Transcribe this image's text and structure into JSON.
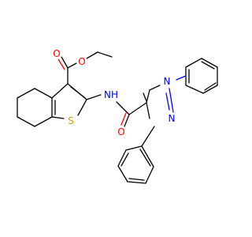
{
  "atoms": {
    "ester_carbonyl_o": "O",
    "ester_ether_o": "O",
    "thiophene_s": "S",
    "amide_nh": "NH",
    "amide_o": "O",
    "pyrazole_n1": "N",
    "pyrazole_n2": "N"
  },
  "colors": {
    "bond": "#000000",
    "oxygen": "#ff0000",
    "nitrogen": "#0000ff",
    "sulfur": "#c8a000",
    "background": "#ffffff"
  }
}
